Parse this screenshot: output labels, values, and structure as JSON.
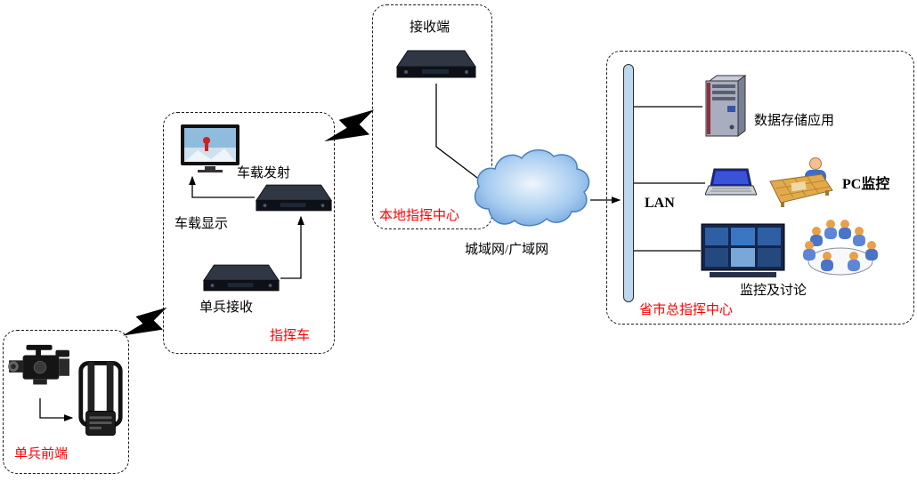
{
  "diagram": {
    "groups": {
      "soldier": {
        "label": "单兵前端"
      },
      "vehicle": {
        "label": "指挥车",
        "display": "车载显示",
        "transmitter": "车载发射",
        "receiver": "单兵接收"
      },
      "local_center": {
        "label": "本地指挥中心",
        "receiver_end": "接收端"
      },
      "network": {
        "label": "城域网/广域网"
      },
      "hq": {
        "label": "省市总指挥中心",
        "lan": "LAN",
        "storage": "数据存储应用",
        "pc_monitor": "PC监控",
        "discussion": "监控及讨论"
      }
    },
    "colors": {
      "group_label_red": "#ff0000",
      "text_black": "#000000",
      "cloud_fill": "#a8cdf0",
      "cloud_stroke": "#4a7fc0",
      "lan_bar_fill": "#bdd7ee"
    },
    "icons": {
      "camera": "camcorder-icon",
      "backpack": "soldier-transceiver-icon",
      "monitor": "vehicle-display-icon",
      "rack_device": "rack-device-icon",
      "cloud": "wan-cloud-icon",
      "lan_bus": "lan-bus-bar",
      "server": "storage-server-icon",
      "laptop": "pc-laptop-icon",
      "operator": "operator-desk-icon",
      "video_wall": "video-wall-icon",
      "meeting": "meeting-group-icon",
      "wireless_link": "lightning-bolt-icon"
    }
  }
}
